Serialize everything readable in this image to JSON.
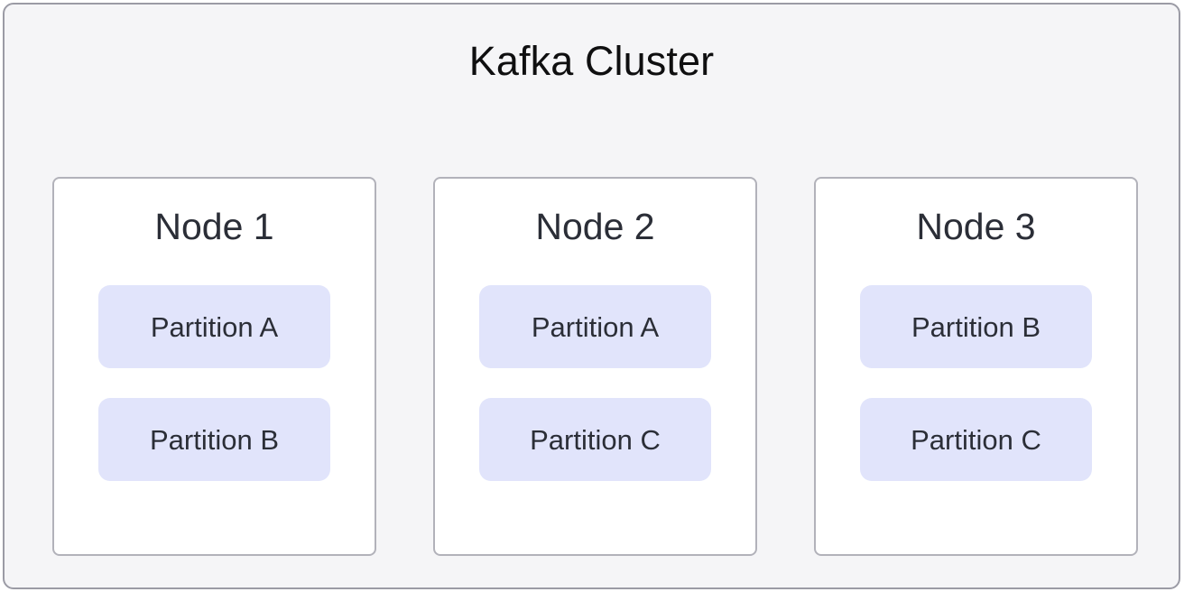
{
  "diagram": {
    "type": "architecture-diagram",
    "cluster": {
      "title": "Kafka Cluster",
      "background_color": "#f5f5f7",
      "border_color": "#9b9ba5"
    },
    "nodes": [
      {
        "title": "Node 1",
        "partitions": [
          {
            "label": "Partition A"
          },
          {
            "label": "Partition B"
          }
        ]
      },
      {
        "title": "Node 2",
        "partitions": [
          {
            "label": "Partition A"
          },
          {
            "label": "Partition C"
          }
        ]
      },
      {
        "title": "Node 3",
        "partitions": [
          {
            "label": "Partition B"
          },
          {
            "label": "Partition C"
          }
        ]
      }
    ],
    "styles": {
      "node_background": "#ffffff",
      "node_border": "#b2b2ba",
      "partition_background": "#e1e4fb",
      "text_color": "#2b2e37",
      "title_color": "#0f0f10"
    }
  }
}
